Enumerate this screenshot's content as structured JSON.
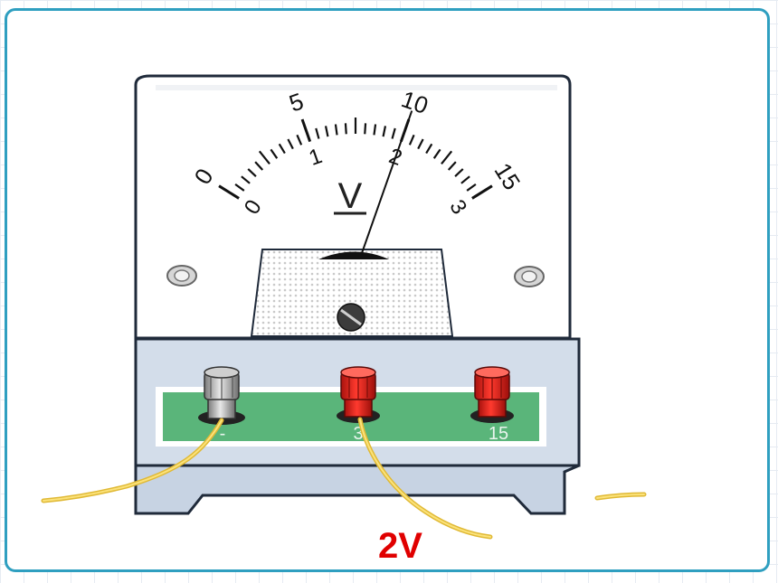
{
  "meter": {
    "unit_symbol": "V",
    "outer_scale": [
      "0",
      "5",
      "10",
      "15"
    ],
    "inner_scale": [
      "0",
      "1",
      "2",
      "3"
    ],
    "reading": 2.0,
    "reading_range_max": 3,
    "terminals": [
      {
        "label": "-",
        "color": "#b0b0b0"
      },
      {
        "label": "3",
        "color": "#e0201c"
      },
      {
        "label": "15",
        "color": "#e0201c"
      }
    ],
    "colors": {
      "panel_green": "#5ab57a",
      "base_blue": "#c7d3e3",
      "wire": "#f2d04a",
      "answer": "#e00000"
    }
  },
  "answer_text": "2V"
}
